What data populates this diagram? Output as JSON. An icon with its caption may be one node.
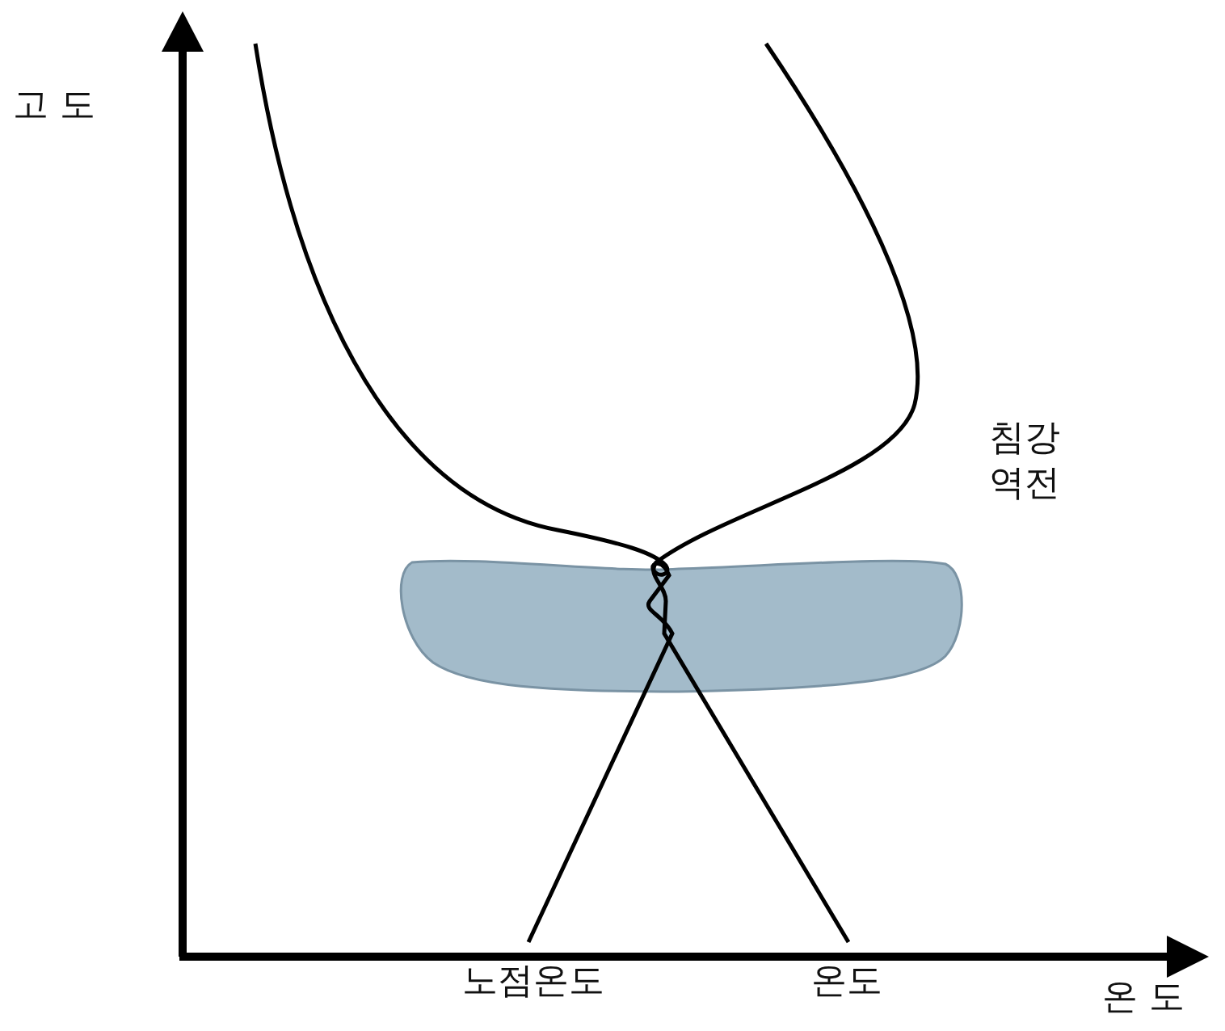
{
  "diagram": {
    "nodes": [
      {
        "text": [],
        "shape": "box"
      }
    ],
    "labels": [
      "고 도",
      "침강 역전",
      "노점온도",
      "온도",
      "온 도"
    ]
  }
}
